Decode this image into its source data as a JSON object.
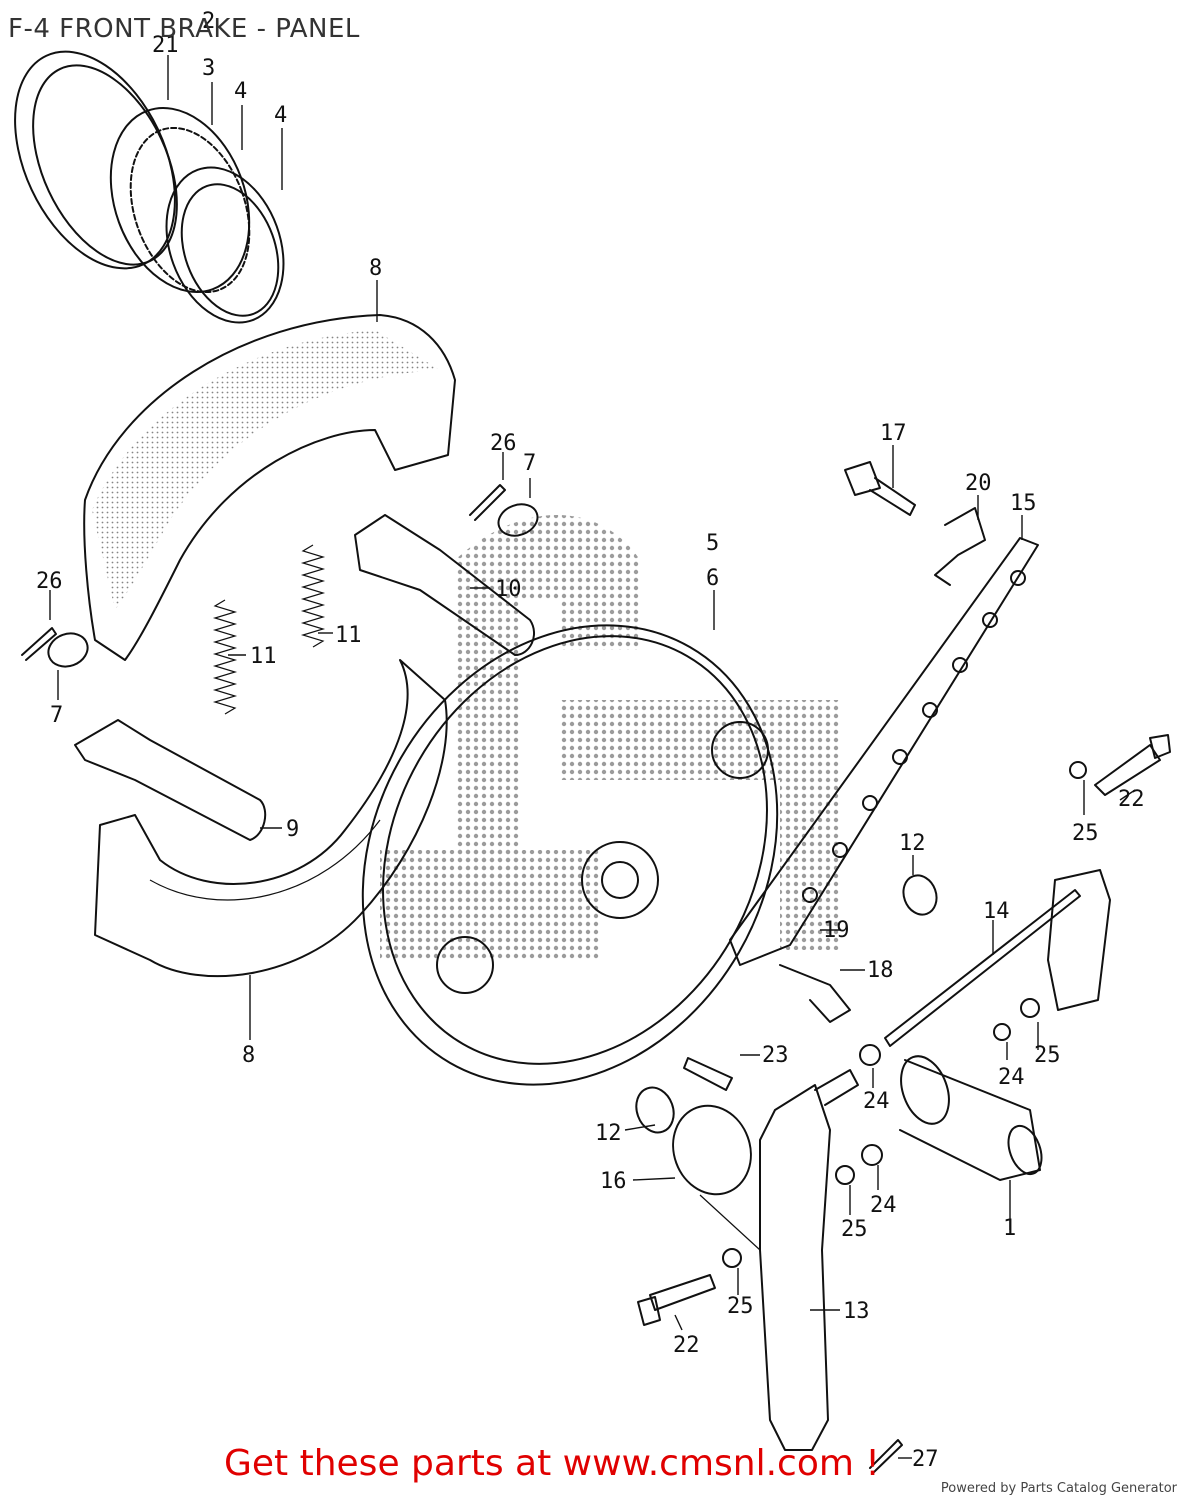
{
  "title": "F-4 FRONT BRAKE - PANEL",
  "labels": {
    "p1": "1",
    "p2": "2",
    "p3": "3",
    "p4a": "4",
    "p4b": "4",
    "p5": "5",
    "p6": "6",
    "p7a": "7",
    "p7b": "7",
    "p8a": "8",
    "p8b": "8",
    "p9": "9",
    "p10": "10",
    "p11a": "11",
    "p11b": "11",
    "p12a": "12",
    "p12b": "12",
    "p13": "13",
    "p14": "14",
    "p15": "15",
    "p16": "16",
    "p17": "17",
    "p18": "18",
    "p19": "19",
    "p20": "20",
    "p21": "21",
    "p22a": "22",
    "p22b": "22",
    "p23": "23",
    "p24a": "24",
    "p24b": "24",
    "p24c": "24",
    "p25a": "25",
    "p25b": "25",
    "p25c": "25",
    "p25d": "25",
    "p26a": "26",
    "p26b": "26",
    "p27": "27"
  },
  "cta": "Get these parts at www.cmsnl.com !",
  "powered_by": "Powered by Parts Catalog Generator"
}
